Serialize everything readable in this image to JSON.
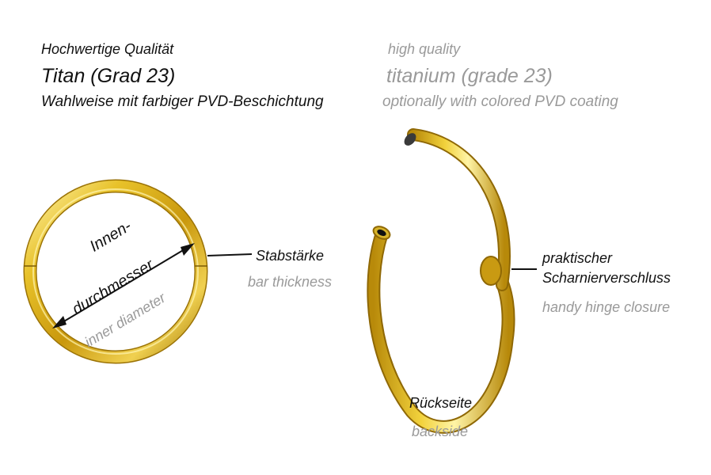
{
  "header": {
    "de": {
      "quality": "Hochwertige Qualität",
      "material": "Titan (Grad 23)",
      "coating": "Wahlweise mit farbiger PVD-Beschichtung"
    },
    "en": {
      "quality": "high quality",
      "material": "titanium (grade 23)",
      "coating": "optionally with colored PVD coating"
    }
  },
  "front_ring": {
    "diameter_de_line1": "Innen-",
    "diameter_de_line2": "durchmesser",
    "diameter_en": "inner diameter",
    "bar_thickness_de": "Stabstärke",
    "bar_thickness_en": "bar thickness"
  },
  "open_ring": {
    "hinge_de_line1": "praktischer",
    "hinge_de_line2": "Scharnierverschluss",
    "hinge_en": "handy hinge closure",
    "backside_de": "Rückseite",
    "backside_en": "backside"
  },
  "colors": {
    "ring_gold": "#e0b81f",
    "ring_highlight": "#fff3a0",
    "ring_shadow": "#a47a08",
    "label_dark": "#111111",
    "label_gray": "#9a9a9a"
  }
}
